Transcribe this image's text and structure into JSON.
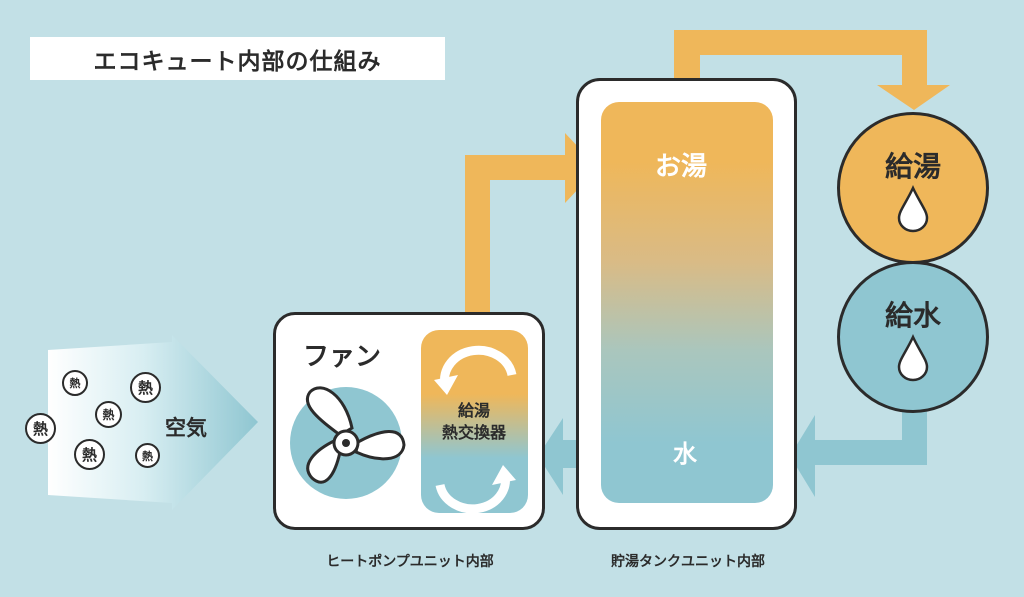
{
  "title": "エコキュート内部の仕組み",
  "air": {
    "label": "空気",
    "heat_label": "熱"
  },
  "heat_pump": {
    "fan_label": "ファン",
    "exchanger_label_1": "給湯",
    "exchanger_label_2": "熱交換器",
    "caption": "ヒートポンプユニット内部"
  },
  "tank": {
    "hot_label": "お湯",
    "water_label": "水",
    "caption": "貯湯タンクユニット内部"
  },
  "outlets": [
    {
      "label": "給湯",
      "icon": "water-drop-icon"
    },
    {
      "label": "給水",
      "icon": "water-drop-icon"
    }
  ],
  "colors": {
    "background": "#c2e0e6",
    "hot": "#efb75a",
    "cold": "#8fc6d1",
    "line": "#2b2b2b"
  }
}
